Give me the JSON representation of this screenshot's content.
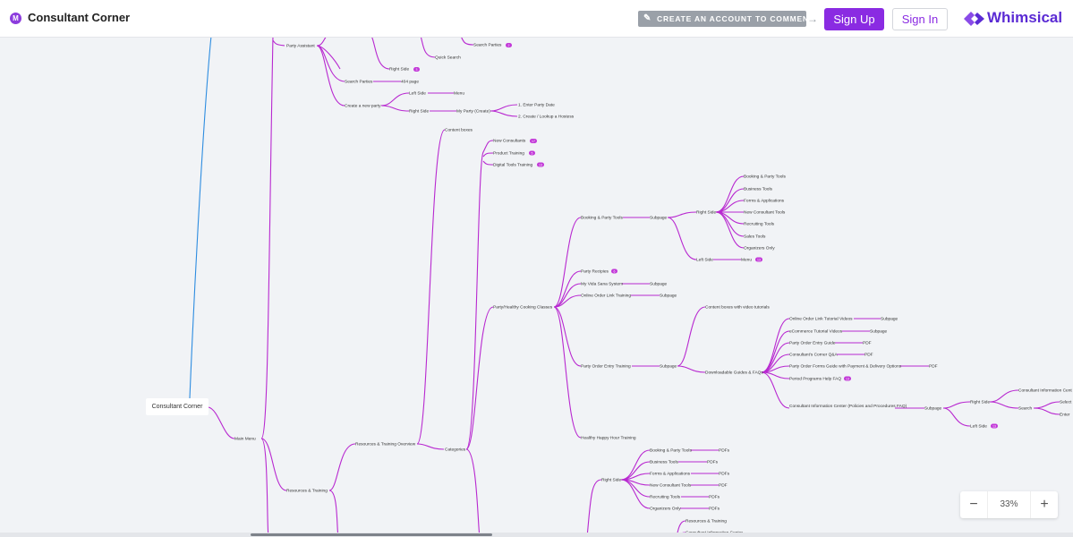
{
  "header": {
    "doc_icon_letter": "M",
    "title": "Consultant Corner",
    "comment_label": "CREATE AN ACCOUNT TO COMMENT",
    "signup_label": "Sign Up",
    "signin_label": "Sign In",
    "logo_text": "Whimsical"
  },
  "zoom": {
    "minus": "−",
    "value": "33%",
    "plus": "+"
  },
  "colors": {
    "branch": "#b828d0",
    "root_link": "#2d8ce0",
    "brand": "#8a2be2",
    "badge": "#c237d8"
  },
  "mindmap": {
    "root": "Consultant Corner",
    "n": {
      "mainmenu": "Main Menu",
      "partyassistant": "Party Assistant",
      "searchparties1": "Search Parties",
      "quicksearch": "Quick Search",
      "rightside1": "Right Side",
      "searchparties2": "Search Parties",
      "p404": "404 page",
      "createparty": "Create a new party",
      "leftside1": "Left Side",
      "menu1": "Menu",
      "rightside2": "Right Side",
      "myparty": "My Party (Create)",
      "enterdate": "1. Enter Party Date",
      "createhostess": "2. Create / Lookup a Hostess",
      "contentboxes": "Content boxes",
      "resources": "Resources & Training",
      "overview": "Resources & Training Overview",
      "categories": "Categories",
      "newconsultants": "New Consultants",
      "producttraining": "Product Training",
      "digitaltools": "Digital Tools Training",
      "cooking": "Party/Healthy Cooking Classes",
      "bookingtools": "Booking & Party Tools",
      "subpage1": "Subpage",
      "rightside3": "Right Side",
      "rs_booking": "Booking & Party Tools",
      "rs_business": "Business Tools",
      "rs_forms": "Forms & Applications",
      "rs_newcons": "New Consultant Tools",
      "rs_recruit": "Recruiting Tools",
      "rs_sales": "Sales Tools",
      "rs_org": "Organizers Only",
      "leftside2": "Left Side",
      "menu2": "Menu",
      "recipes": "Party Recipies",
      "vidasana": "My Vida Sana System",
      "vidasana_sub": "Subpage",
      "onlineorder": "Online Order Link Training",
      "onlineorder_sub": "Subpage",
      "orderentry": "Party Order Entry Training",
      "subpage2": "Subpage",
      "videotut": "Content boxes with video tutorials",
      "downloads": "Downloadable Guides & FAQs",
      "d1": "Online Order Link Tutorial Videos",
      "d1s": "Subpage",
      "d2": "eCommerce Tutorial Videos",
      "d2s": "Subpage",
      "d3": "Party Order Entry Guide",
      "d3s": "PDF",
      "d4": "Consultant's Corner Q&A",
      "d4s": "PDF",
      "d5": "Party Order Forms Guide with Payment & Delivery Options",
      "d5s": "PDF",
      "d6": "Period Programs Help FAQ",
      "d7": "Consultant Information Center (Policies and Procedures FAQ)",
      "d7s": "Subpage",
      "rightside4": "Right Side",
      "cic": "Consultant Information Cent",
      "search": "Search",
      "select": "Select",
      "enter": "Enter",
      "leftside3": "Left Side",
      "happyhour": "Healthy Happy Hour Training",
      "rightside5": "Right Side",
      "l_booking": "Booking & Party Tools",
      "l_booking_p": "PDFs",
      "l_business": "Business Tools",
      "l_business_p": "PDFs",
      "l_forms": "Forms & Applications",
      "l_forms_p": "PDFs",
      "l_newcons": "New Consultant Tools",
      "l_newcons_p": "PDF",
      "l_recruit": "Recruiting Tools",
      "l_recruit_p": "PDFs",
      "l_org": "Organizers Only",
      "l_org_p": "PDFs",
      "l_resources": "Resources & Training",
      "l_cic": "Consultant Information Center"
    },
    "badges": {
      "sp1": "2",
      "rs1": "3",
      "nc": "17",
      "pt": "5",
      "dt": "13",
      "rec": "6",
      "m2": "13",
      "d6": "13",
      "ls3": "13"
    }
  }
}
